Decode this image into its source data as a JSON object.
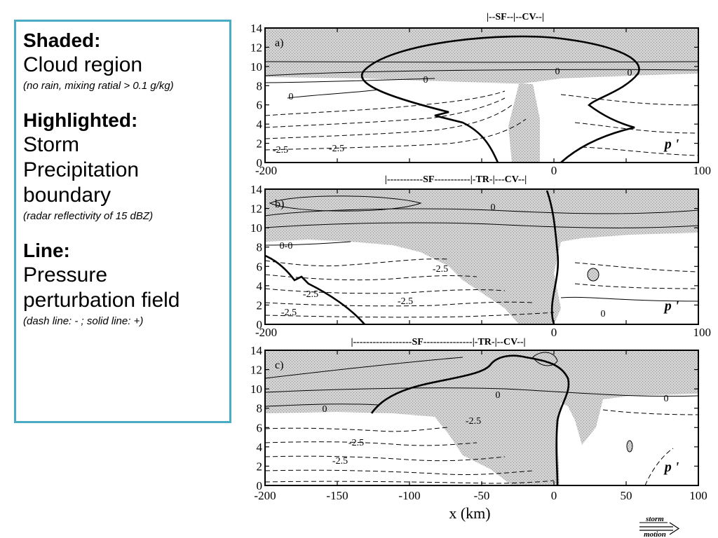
{
  "legend": {
    "shaded_heading": "Shaded:",
    "shaded_body": "Cloud region",
    "shaded_note": "(no rain, mixing ratial > 0.1 g/kg)",
    "highlight_heading": "Highlighted:",
    "highlight_body_1": "Storm",
    "highlight_body_2": "Precipitation",
    "highlight_body_3": "boundary",
    "highlight_note": "(radar reflectivity of 15 dBZ)",
    "line_heading": "Line:",
    "line_body_1": "Pressure",
    "line_body_2": "perturbation field",
    "line_note": "(dash line: - ; solid line: +)"
  },
  "chart_data": {
    "type": "contour",
    "xlabel": "x  (km)",
    "x_ticks": [
      "-200",
      "-150",
      "-100",
      "-50",
      "0",
      "50",
      "100"
    ],
    "y_ticks": [
      "0",
      "2",
      "4",
      "6",
      "8",
      "10",
      "12",
      "14"
    ],
    "xlim": [
      -200,
      100
    ],
    "ylim": [
      0,
      14
    ],
    "variable_label": "p '",
    "panels": [
      {
        "tag": "a)",
        "region_bar": "|--SF--|--CV--|",
        "edge_ticks": [
          "-200",
          "0",
          "100"
        ],
        "contour_labels": [
          "0",
          "0",
          "0",
          "0",
          "-2.5",
          "-2.5"
        ]
      },
      {
        "tag": "b)",
        "region_bar": "|-----------SF-----------|-TR-|---CV--|",
        "edge_ticks": [
          "-200",
          "0",
          "100"
        ],
        "contour_labels": [
          "0",
          "0-0",
          "-2.5",
          "-2.5",
          "-2.5",
          "-2.5",
          "0"
        ]
      },
      {
        "tag": "c)",
        "region_bar": "|------------------SF---------------|-TR-|--CV--|",
        "contour_labels": [
          "0",
          "0",
          "0",
          "-2.5",
          "-2.5",
          "-2.5"
        ]
      }
    ],
    "motion_label_1": "storm",
    "motion_label_2": "motion"
  }
}
